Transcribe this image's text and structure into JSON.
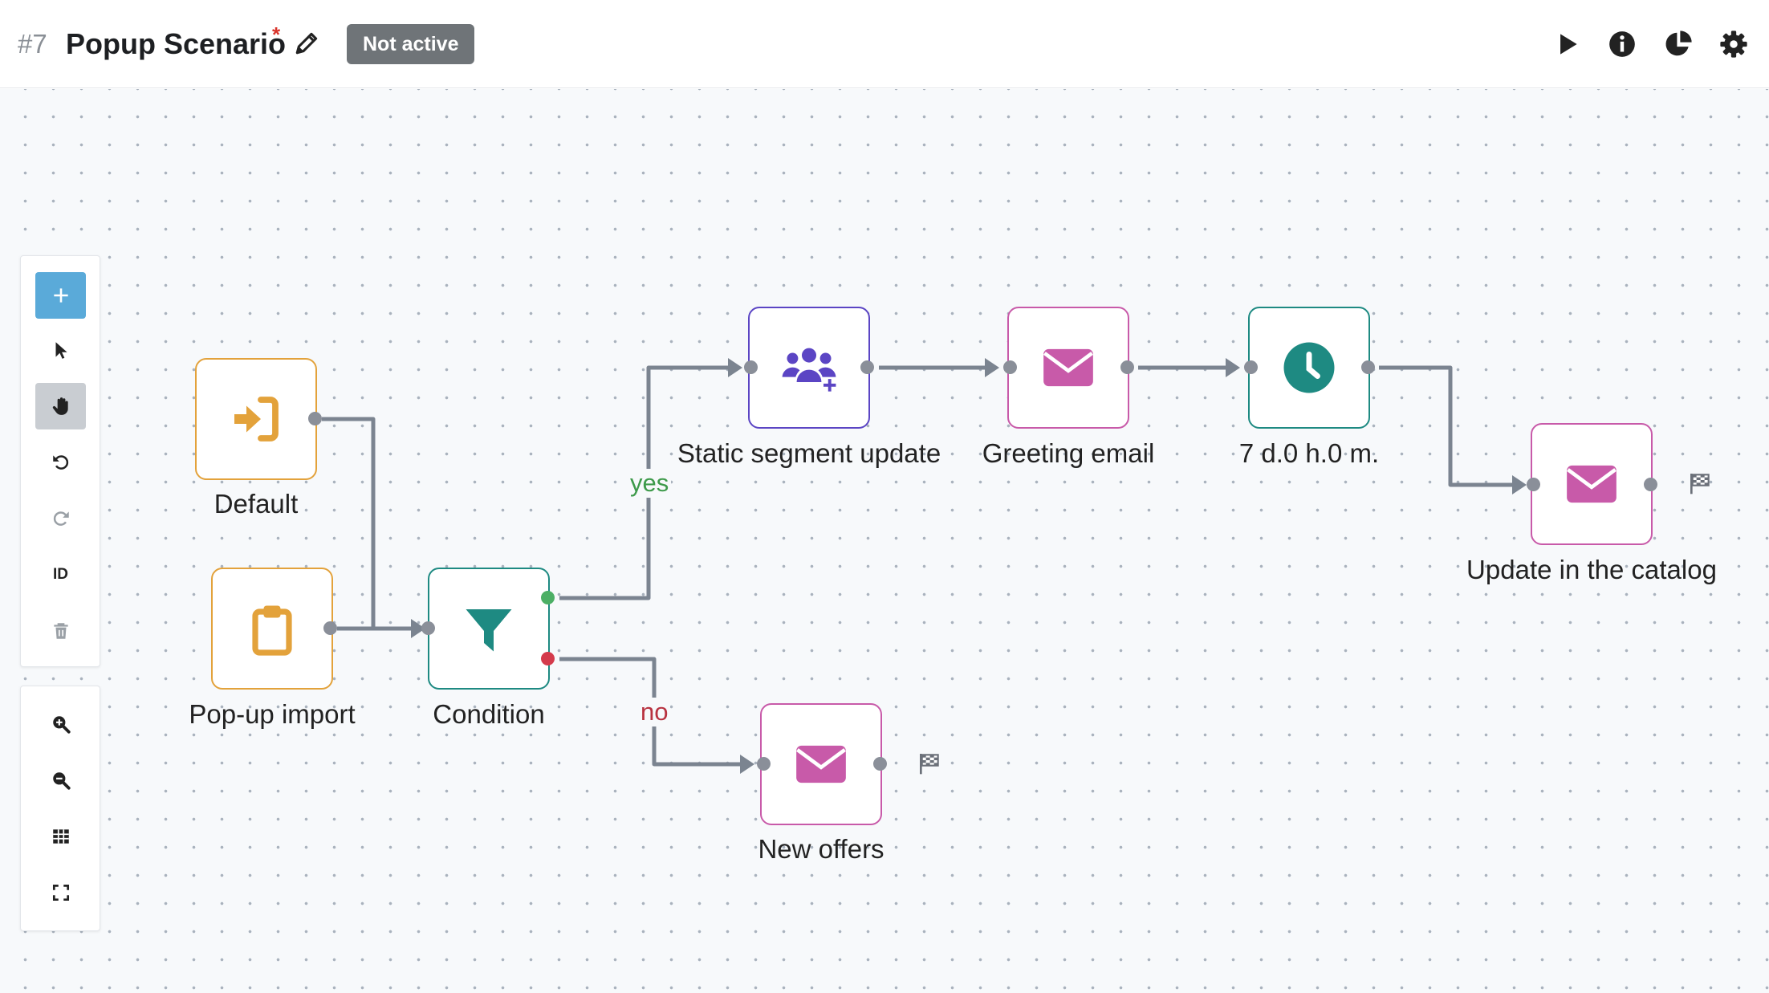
{
  "header": {
    "scenario_id": "#7",
    "title": "Popup Scenario",
    "unsaved_mark": "*",
    "status": "Not active"
  },
  "toolbar": {
    "id_label": "ID"
  },
  "nodes": {
    "default": {
      "label": "Default",
      "icon": "sign-in-icon",
      "color": "#e3a23b"
    },
    "popup_import": {
      "label": "Pop-up import",
      "icon": "clipboard-icon",
      "color": "#e3a23b"
    },
    "condition": {
      "label": "Condition",
      "icon": "funnel-icon",
      "color": "#1e8a82"
    },
    "static_segment": {
      "label": "Static segment update",
      "icon": "users-plus-icon",
      "color": "#5b45c4"
    },
    "greeting_email": {
      "label": "Greeting email",
      "icon": "envelope-icon",
      "color": "#c85aa9"
    },
    "delay": {
      "label": "7 d.0 h.0 m.",
      "icon": "clock-icon",
      "color": "#1e8a82"
    },
    "update_catalog": {
      "label": "Update in the catalog",
      "icon": "envelope-icon",
      "color": "#c85aa9"
    },
    "new_offers": {
      "label": "New offers",
      "icon": "envelope-icon",
      "color": "#c85aa9"
    }
  },
  "branches": {
    "yes": {
      "label": "yes",
      "color": "#3d9a4a"
    },
    "no": {
      "label": "no",
      "color": "#b83240"
    }
  },
  "colors": {
    "wire": "#7b8490",
    "port": "#8a8f99",
    "port_yes": "#4caf65",
    "port_no": "#d43b4c",
    "badge": "#6f7478",
    "add_button": "#5aaad9"
  }
}
